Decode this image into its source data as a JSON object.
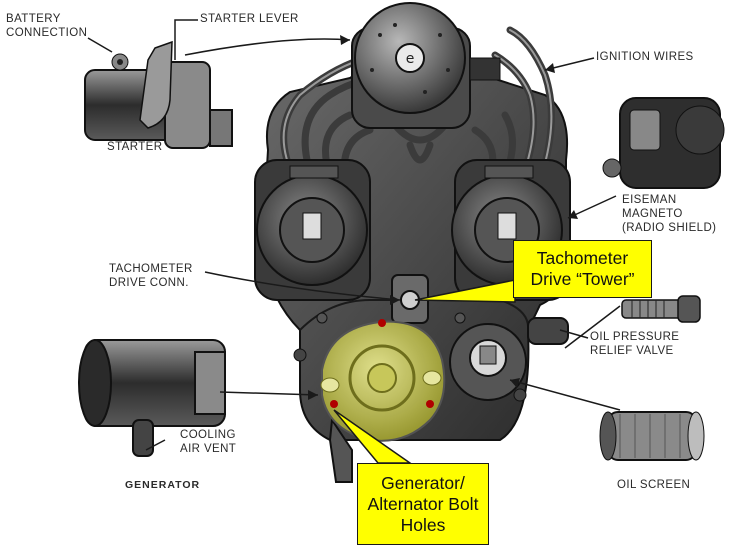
{
  "labels": {
    "battery_connection": [
      "BATTERY",
      "CONNECTION"
    ],
    "starter_lever": "STARTER LEVER",
    "starter": "STARTER",
    "ignition_wires": "IGNITION WIRES",
    "eiseman_magneto": [
      "EISEMAN",
      "MAGNETO",
      "(RADIO SHIELD)"
    ],
    "tachometer_drive_conn": [
      "TACHOMETER",
      "DRIVE CONN."
    ],
    "oil_pressure_relief_valve": [
      "OIL PRESSURE",
      "RELIEF VALVE"
    ],
    "cooling_air_vent": [
      "COOLING",
      "AIR VENT"
    ],
    "generator": "GENERATOR",
    "oil_screen": "OIL SCREEN"
  },
  "callouts": {
    "tachometer_tower": [
      "Tachometer",
      "Drive “Tower”"
    ],
    "bolt_holes": [
      "Generator/",
      "Alternator Bolt",
      "Holes"
    ]
  },
  "colors": {
    "callout_fill": "#ffff00",
    "generator_highlight": "#c8c832",
    "bolt_hole_marker": "#b00000"
  }
}
